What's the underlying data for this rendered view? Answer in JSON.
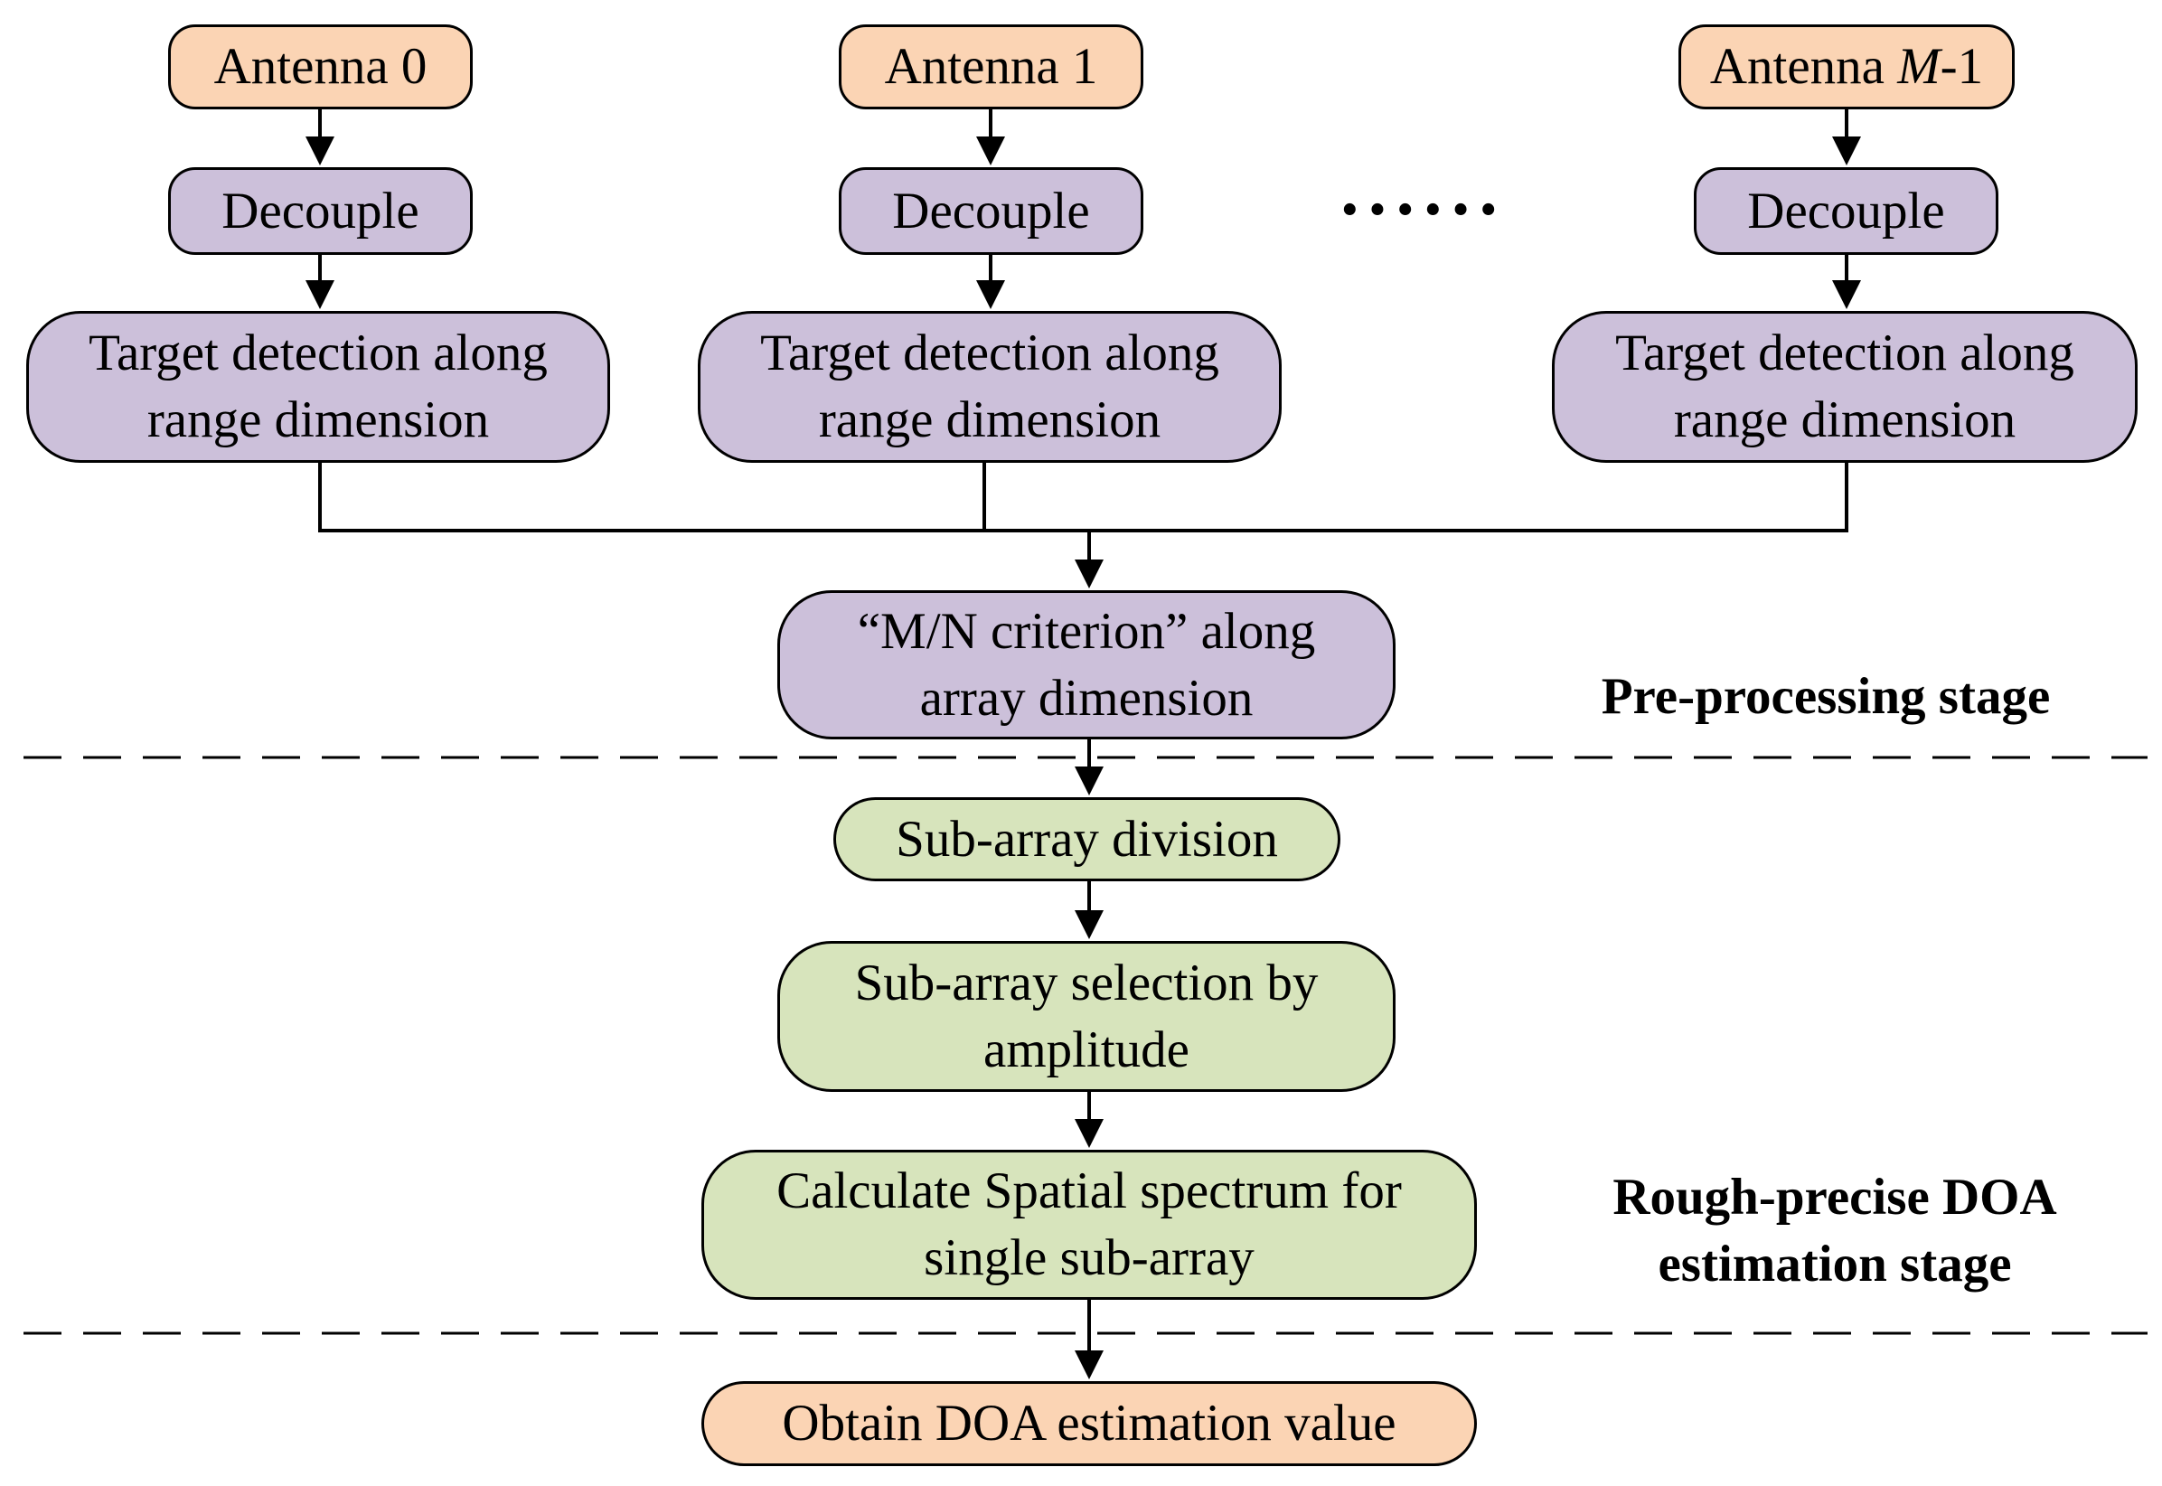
{
  "antennas": [
    {
      "prefix": "Antenna ",
      "index": "0",
      "suffix": ""
    },
    {
      "prefix": "Antenna ",
      "index": "1",
      "suffix": ""
    },
    {
      "prefix": "Antenna ",
      "index": "M",
      "suffix": "-1"
    }
  ],
  "decouple_label": "Decouple",
  "detection_label": {
    "line1": "Target detection along",
    "line2": "range dimension"
  },
  "ellipsis": "······",
  "mn_criterion": {
    "line1": "“M/N criterion” along",
    "line2": "array dimension"
  },
  "subarray_division": "Sub-array division",
  "subarray_selection": {
    "line1": "Sub-array selection by",
    "line2": "amplitude"
  },
  "spatial_spectrum": {
    "line1": "Calculate Spatial spectrum for",
    "line2": "single sub-array"
  },
  "doa_value": "Obtain DOA estimation value",
  "stages": {
    "preprocessing": "Pre-processing stage",
    "rough_precise_line1": "Rough-precise DOA",
    "rough_precise_line2": "estimation stage"
  },
  "colors": {
    "peach": "#fbd4b4",
    "purple": "#ccc0da",
    "green": "#d7e4bc",
    "stroke": "#000000"
  }
}
